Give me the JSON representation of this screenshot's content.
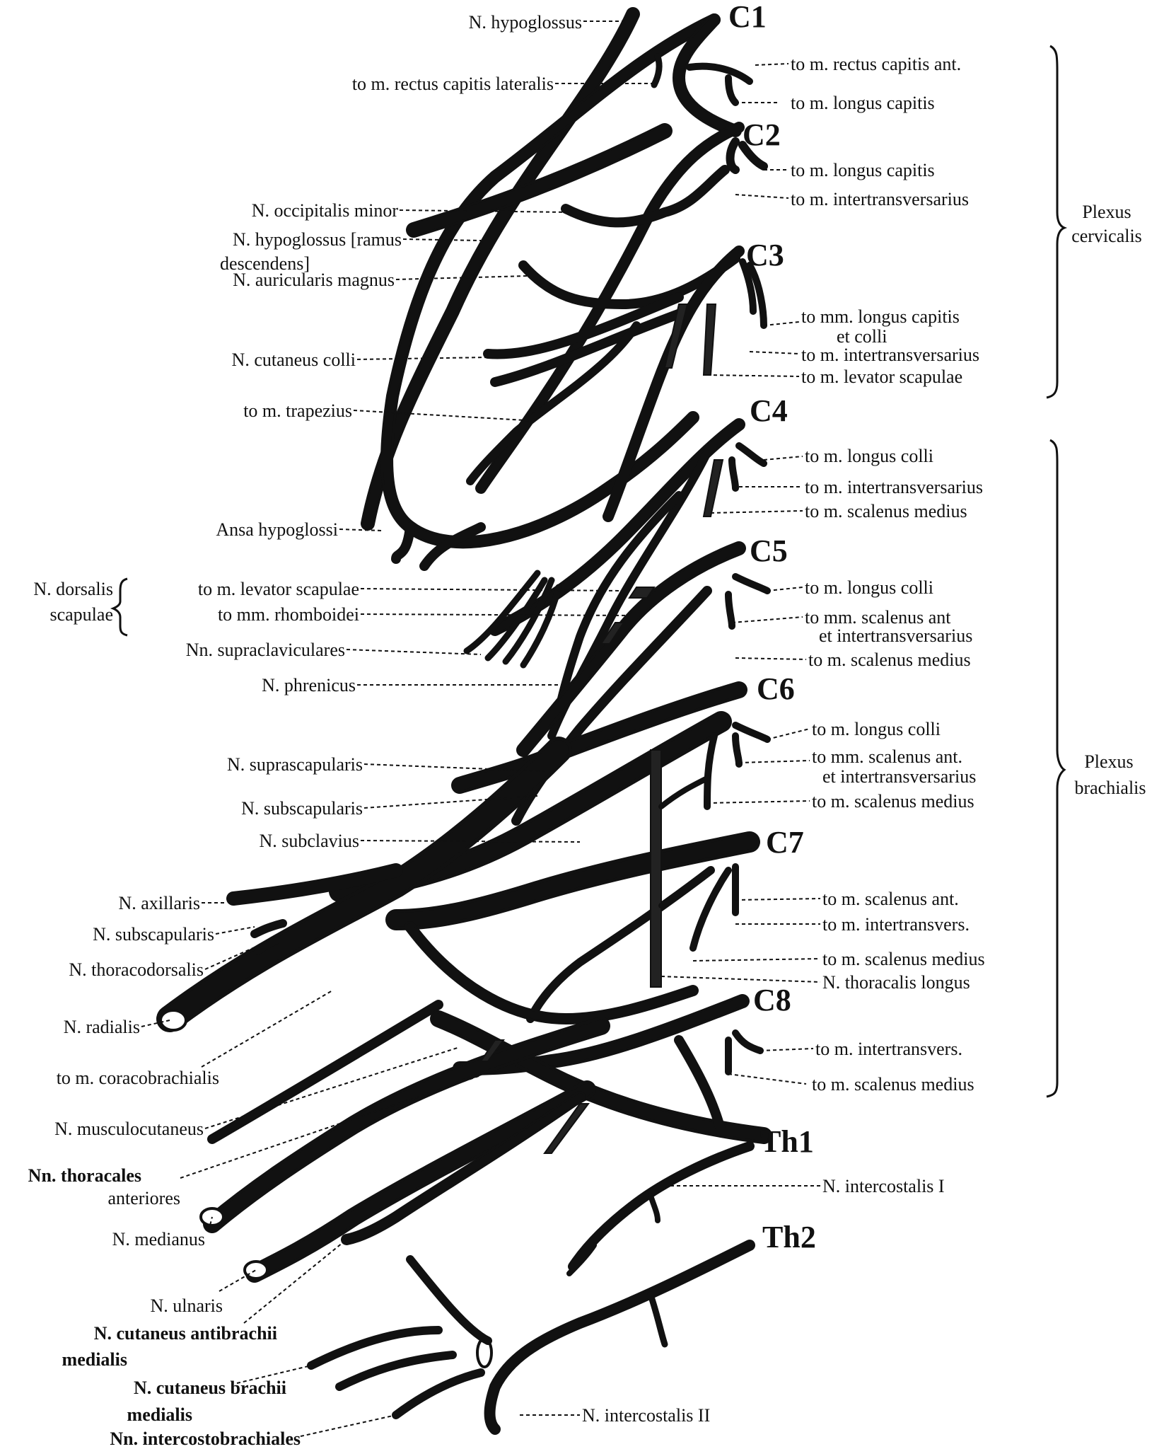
{
  "roots": [
    "C1",
    "C2",
    "C3",
    "C4",
    "C5",
    "C6",
    "C7",
    "C8",
    "Th1",
    "Th2"
  ],
  "left_labels": {
    "hypoglossus": "N. hypoglossus",
    "rectus_capitis_lateralis": "to m. rectus capitis lateralis",
    "occipitalis_minor": "N. occipitalis minor",
    "hypoglossus_ramus_1": "N. hypoglossus [ramus",
    "hypoglossus_ramus_2": "descendens]",
    "auricularis_magnus": "N. auricularis magnus",
    "cutaneus_colli": "N. cutaneus colli",
    "trapezius": "to m. trapezius",
    "ansa_hypoglossi": "Ansa hypoglossi",
    "dorsalis_scapulae_1": "N. dorsalis",
    "dorsalis_scapulae_2": "scapulae",
    "levator_scapulae_left": "to m. levator scapulae",
    "rhomboidei": "to mm. rhomboidei",
    "supraclaviculares": "Nn. supraclaviculares",
    "phrenicus": "N. phrenicus",
    "suprascapularis": "N. suprascapularis",
    "subscapularis_1": "N. subscapularis",
    "subclavius": "N. subclavius",
    "axillaris": "N. axillaris",
    "subscapularis_2": "N. subscapularis",
    "thoracodorsalis": "N. thoracodorsalis",
    "radialis": "N. radialis",
    "coracobrachialis": "to m. coracobrachialis",
    "musculocutaneus": "N. musculocutaneus",
    "thoracales_anteriores_1": "Nn. thoracales",
    "thoracales_anteriores_2": "anteriores",
    "medianus": "N. medianus",
    "ulnaris": "N. ulnaris",
    "cutaneus_antibrachii_1": "N. cutaneus antibrachii",
    "cutaneus_antibrachii_2": "medialis",
    "cutaneus_brachii_1": "N. cutaneus brachii",
    "cutaneus_brachii_2": "medialis",
    "intercostobrachiales": "Nn. intercostobrachiales"
  },
  "right_labels": {
    "rectus_capitis_ant": "to m. rectus capitis ant.",
    "longus_capitis_1": "to m. longus capitis",
    "longus_capitis_2": "to m. longus capitis",
    "intertransversarius_c2": "to m. intertransversarius",
    "longus_capitis_colli_1": "to mm. longus capitis",
    "longus_capitis_colli_2": "et colli",
    "intertransversarius_c3": "to m. intertransversarius",
    "levator_scapulae_right": "to m. levator scapulae",
    "longus_colli_c4": "to m. longus colli",
    "intertransversarius_c4": "to m. intertransversarius",
    "scalenus_medius_c4": "to m. scalenus medius",
    "longus_colli_c5": "to m. longus colli",
    "scalenus_ant_c5_1": "to mm. scalenus ant",
    "scalenus_ant_c5_2": "et intertransversarius",
    "scalenus_medius_c5": "to m. scalenus medius",
    "longus_colli_c6": "to m. longus colli",
    "scalenus_ant_c6_1": "to mm. scalenus ant.",
    "scalenus_ant_c6_2": "et intertransversarius",
    "scalenus_medius_c6": "to m. scalenus medius",
    "scalenus_ant_c7": "to m. scalenus ant.",
    "intertransvers_c7": "to m. intertransvers.",
    "scalenus_medius_c7": "to m. scalenus medius",
    "thoracalis_longus": "N. thoracalis longus",
    "intertransvers_c8": "to m. intertransvers.",
    "scalenus_medius_c8": "to m. scalenus medius",
    "intercostalis_1": "N. intercostalis I",
    "intercostalis_2": "N. intercostalis II"
  },
  "plexus": {
    "cervicalis_1": "Plexus",
    "cervicalis_2": "cervicalis",
    "brachialis_1": "Plexus",
    "brachialis_2": "brachialis"
  }
}
